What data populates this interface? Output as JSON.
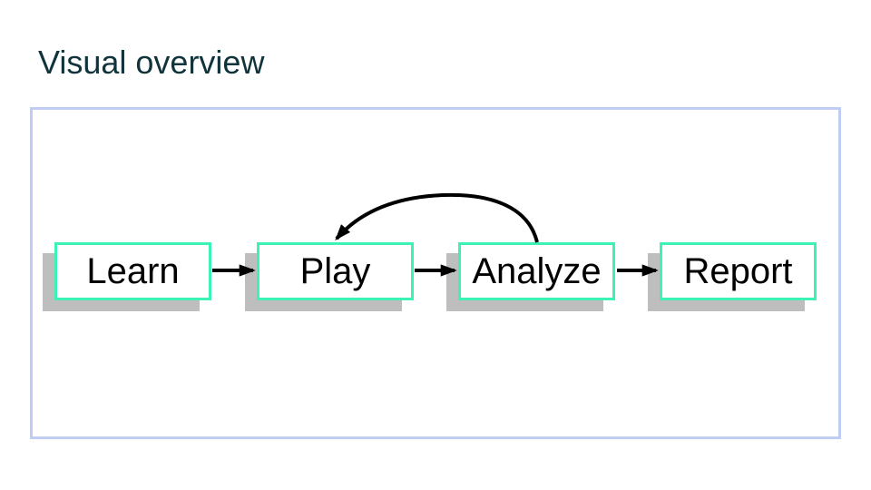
{
  "title": "Visual overview",
  "colors": {
    "background": "#ffffff",
    "title_text": "#11333c",
    "frame_border": "#bfccf4",
    "node_border": "#3df2b5",
    "node_fill": "#ffffff",
    "node_text": "#000000",
    "node_shadow": "#bebebe",
    "arrow": "#000000"
  },
  "diagram": {
    "nodes": [
      {
        "id": "learn",
        "label": "Learn"
      },
      {
        "id": "play",
        "label": "Play"
      },
      {
        "id": "analyze",
        "label": "Analyze"
      },
      {
        "id": "report",
        "label": "Report"
      }
    ],
    "edges": [
      {
        "from": "learn",
        "to": "play",
        "style": "straight-arrow"
      },
      {
        "from": "play",
        "to": "analyze",
        "style": "straight-arrow"
      },
      {
        "from": "analyze",
        "to": "report",
        "style": "straight-arrow"
      },
      {
        "from": "analyze",
        "to": "play",
        "style": "curved-feedback-arrow"
      }
    ]
  }
}
